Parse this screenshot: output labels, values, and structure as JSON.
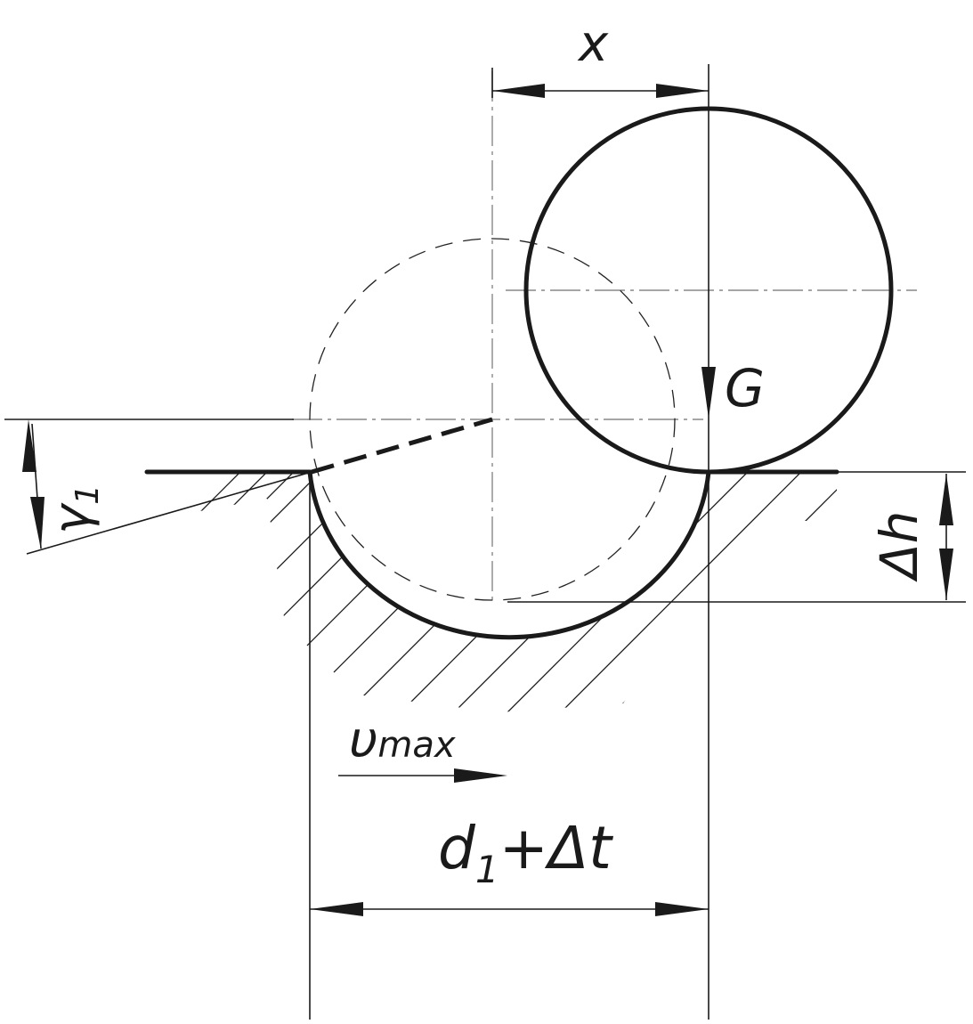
{
  "labels": {
    "x": "x",
    "G": "G",
    "gamma": "γ",
    "gamma_sub": "1",
    "delta_h": "Δh",
    "v": "υ",
    "v_sub": "max",
    "d": "d",
    "d_sub": "1",
    "d_rest": "+Δt"
  },
  "colors": {
    "ink": "#1a1a1a",
    "axis": "#888888"
  }
}
